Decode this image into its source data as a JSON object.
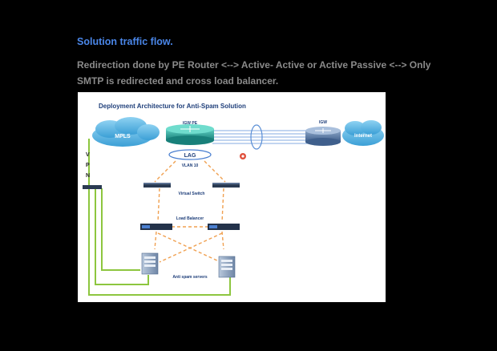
{
  "slide": {
    "title": "Solution traffic flow.",
    "body_line1": "Redirection done by PE Router <--> Active- Active or Active Passive  <--> Only",
    "body_line2": "SMTP is redirected and cross load balancer."
  },
  "diagram": {
    "title": "Deployment Architecture for Anti-Spam Solution",
    "mpls": "MPLS",
    "igw_pe": "IGW PE",
    "lag": "LAG",
    "vlan": "VLAN 10",
    "igw": "IGW",
    "internet": "Internet",
    "vpn": [
      "V",
      "P",
      "N"
    ],
    "virtual_switch": "Virtual Switch",
    "load_balancer": "Load Balancer",
    "anti_spam_servers": "Anti spam servers"
  },
  "colors": {
    "background": "#000000",
    "title": "#4a86e8",
    "body_text": "#8a8a8a",
    "diagram_title": "#1f3f7a",
    "cloud": "#62b8e4",
    "router": "#2aa39a",
    "dashed_link": "#f0a050",
    "green_link": "#8dc63f",
    "blue_line": "#5b8fd6"
  }
}
